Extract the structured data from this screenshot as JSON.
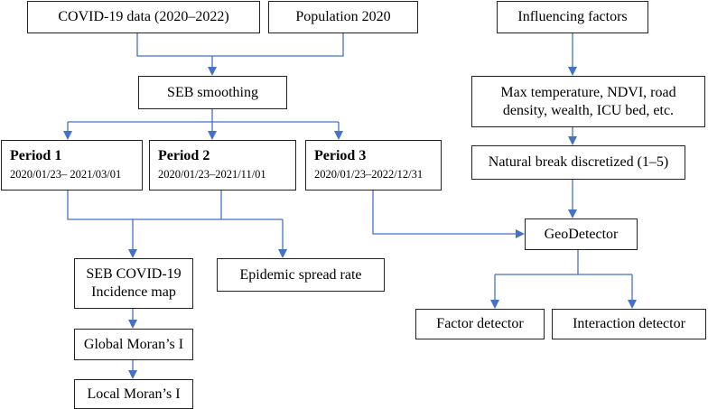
{
  "nodes": {
    "covid_data": "COVID-19 data (2020–2022)",
    "population": "Population 2020",
    "seb_smoothing": "SEB smoothing",
    "period1": {
      "title": "Period 1",
      "dates": "2020/01/23– 2021/03/01"
    },
    "period2": {
      "title": "Period 2",
      "dates": "2020/01/23–2021/11/01"
    },
    "period3": {
      "title": "Period 3",
      "dates": "2020/01/23–2022/12/31"
    },
    "seb_map": [
      "SEB COVID-19",
      "Incidence map"
    ],
    "spread_rate": "Epidemic spread rate",
    "global_moran": "Global Moran’s I",
    "local_moran": "Local Moran’s I",
    "influencing_factors": "Influencing factors",
    "factor_list": [
      "Max temperature, NDVI, road",
      "density, wealth, ICU bed, etc."
    ],
    "natural_break": "Natural break discretized (1–5)",
    "geodetector": "GeoDetector",
    "factor_detector": "Factor detector",
    "interaction_detector": "Interaction detector"
  },
  "colors": {
    "connector": "#4472C4",
    "box_border": "#222222"
  }
}
